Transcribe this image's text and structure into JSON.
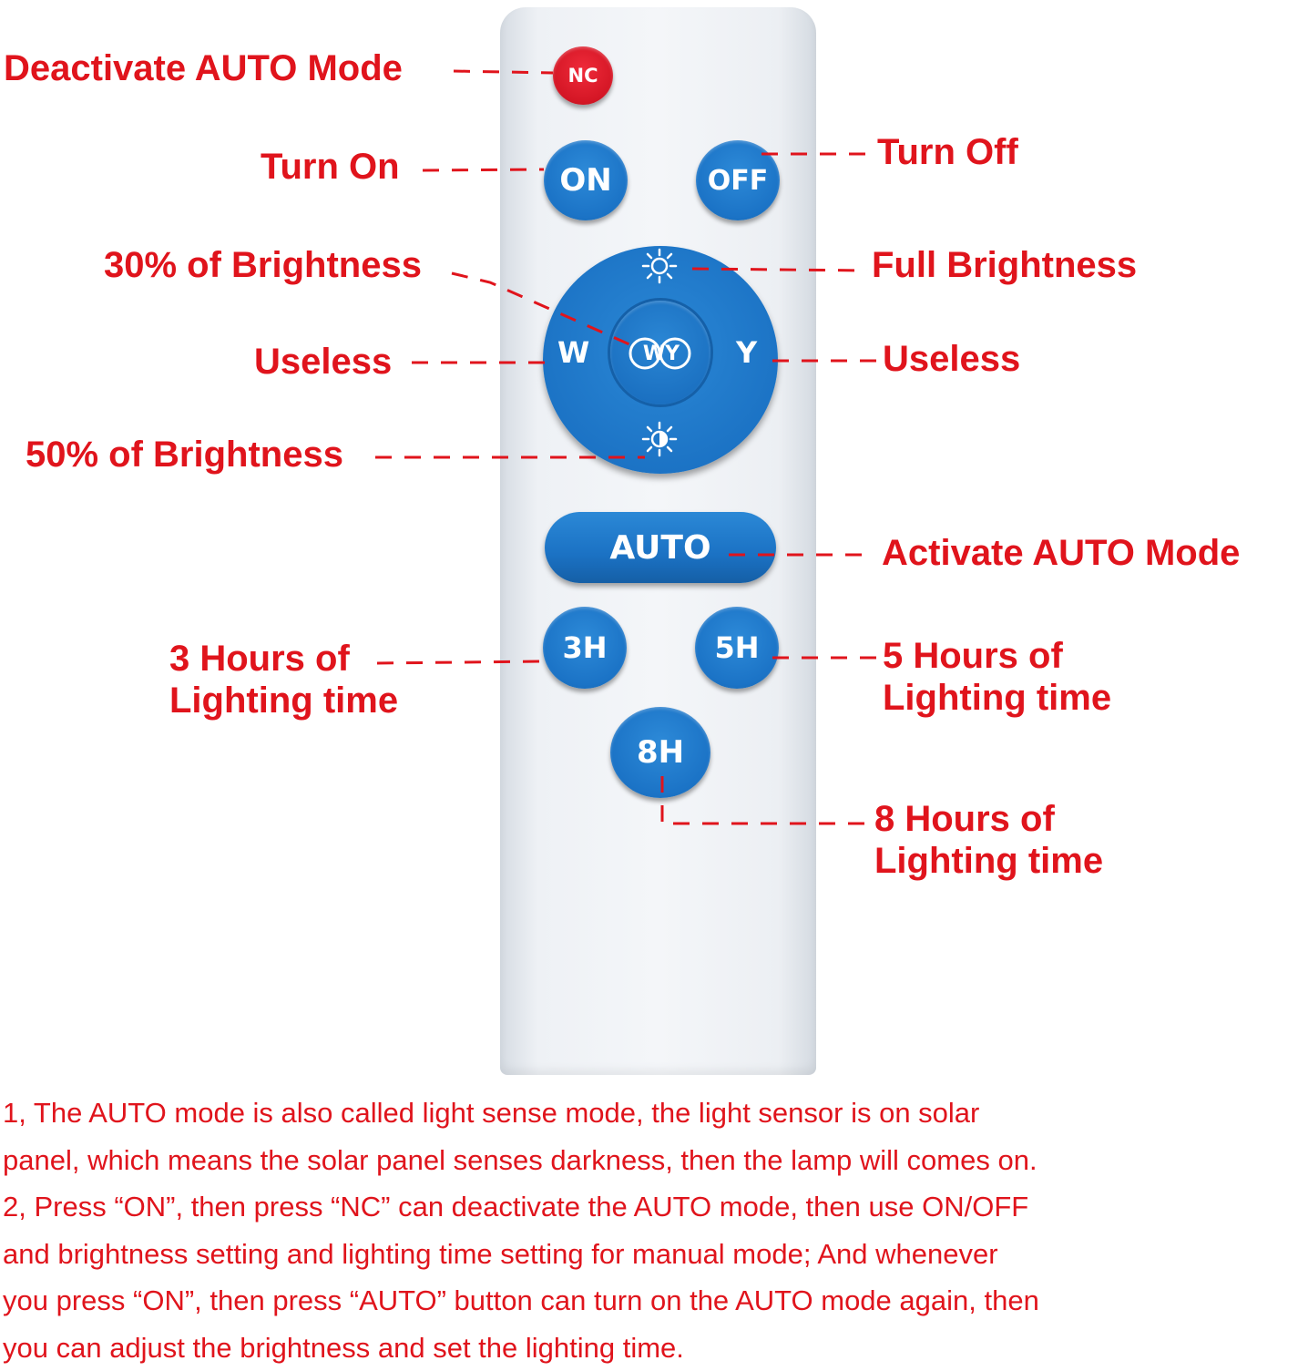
{
  "remote": {
    "buttons": {
      "nc": "NC",
      "on": "ON",
      "off": "OFF",
      "dpad_left": "W",
      "dpad_right": "Y",
      "dpad_center": "WY",
      "auto": "AUTO",
      "h3": "3H",
      "h5": "5H",
      "h8": "8H"
    },
    "icons": {
      "top": "full-brightness-sun-icon",
      "bottom": "half-brightness-sun-icon"
    },
    "colors": {
      "body": "#eef1f5",
      "button_blue": "#1b72c4",
      "button_red": "#d41625",
      "label_red": "#e0141c"
    }
  },
  "labels": {
    "deactivate_auto": "Deactivate AUTO Mode",
    "turn_on": "Turn On",
    "turn_off": "Turn Off",
    "brightness_30": "30% of Brightness",
    "full_brightness": "Full Brightness",
    "useless_left": "Useless",
    "useless_right": "Useless",
    "brightness_50": "50% of Brightness",
    "activate_auto": "Activate AUTO Mode",
    "hours3": [
      "3 Hours of",
      "Lighting time"
    ],
    "hours5": [
      "5 Hours of",
      "Lighting time"
    ],
    "hours8": [
      "8 Hours of",
      "Lighting time"
    ]
  },
  "notes": [
    "1, The AUTO mode is also called light sense mode, the light sensor is on solar",
    "panel, which means the solar panel senses darkness, then the lamp will comes on.",
    "2, Press “ON”, then press “NC” can deactivate the AUTO mode, then use ON/OFF",
    "and brightness setting and lighting time setting for manual mode; And whenever",
    "you press “ON”, then press “AUTO” button can turn on the AUTO mode again, then",
    "you can adjust the brightness and set the lighting time."
  ]
}
